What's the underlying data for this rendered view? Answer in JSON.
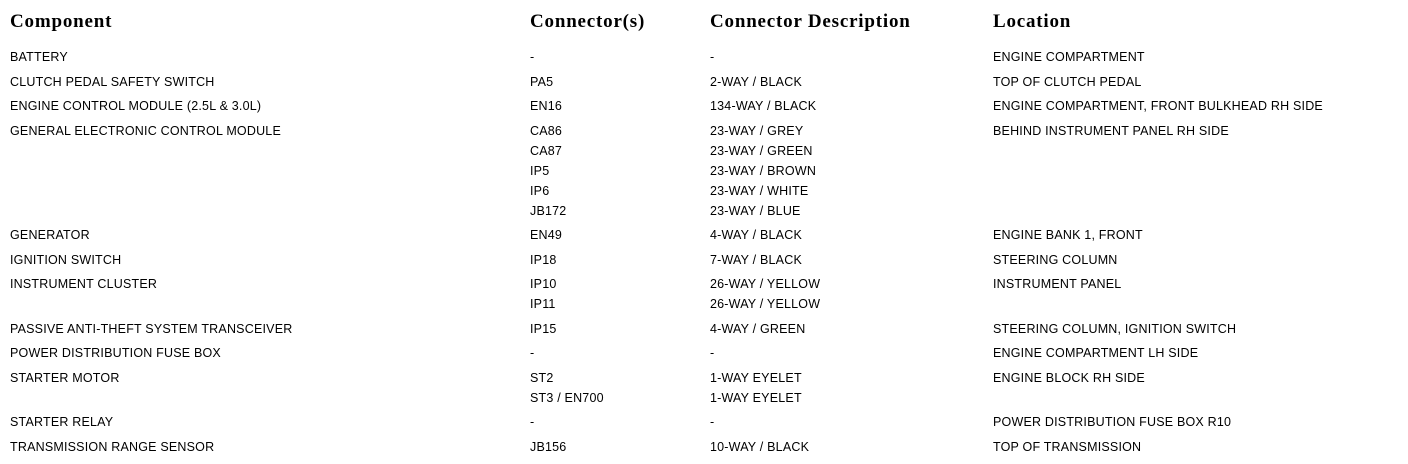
{
  "table": {
    "columns": [
      "Component",
      "Connector(s)",
      "Connector Description",
      "Location"
    ],
    "rows": [
      {
        "component": "BATTERY",
        "connectors": [
          {
            "name": "-",
            "description": "-"
          }
        ],
        "location": "ENGINE COMPARTMENT"
      },
      {
        "component": "CLUTCH PEDAL SAFETY SWITCH",
        "connectors": [
          {
            "name": "PA5",
            "description": "2-WAY / BLACK"
          }
        ],
        "location": "TOP OF CLUTCH PEDAL"
      },
      {
        "component": "ENGINE CONTROL MODULE (2.5L & 3.0L)",
        "connectors": [
          {
            "name": "EN16",
            "description": "134-WAY / BLACK"
          }
        ],
        "location": "ENGINE COMPARTMENT, FRONT BULKHEAD RH SIDE"
      },
      {
        "component": "GENERAL ELECTRONIC CONTROL MODULE",
        "connectors": [
          {
            "name": "CA86",
            "description": "23-WAY / GREY"
          },
          {
            "name": "CA87",
            "description": "23-WAY / GREEN"
          },
          {
            "name": "IP5",
            "description": "23-WAY / BROWN"
          },
          {
            "name": "IP6",
            "description": "23-WAY / WHITE"
          },
          {
            "name": "JB172",
            "description": "23-WAY / BLUE"
          }
        ],
        "location": "BEHIND INSTRUMENT PANEL RH SIDE"
      },
      {
        "component": "GENERATOR",
        "connectors": [
          {
            "name": "EN49",
            "description": "4-WAY / BLACK"
          }
        ],
        "location": "ENGINE BANK 1, FRONT"
      },
      {
        "component": "IGNITION SWITCH",
        "connectors": [
          {
            "name": "IP18",
            "description": "7-WAY / BLACK"
          }
        ],
        "location": "STEERING COLUMN"
      },
      {
        "component": "INSTRUMENT CLUSTER",
        "connectors": [
          {
            "name": "IP10",
            "description": "26-WAY / YELLOW"
          },
          {
            "name": "IP11",
            "description": "26-WAY / YELLOW"
          }
        ],
        "location": "INSTRUMENT PANEL"
      },
      {
        "component": "PASSIVE ANTI-THEFT SYSTEM TRANSCEIVER",
        "connectors": [
          {
            "name": "IP15",
            "description": "4-WAY / GREEN"
          }
        ],
        "location": "STEERING COLUMN, IGNITION SWITCH"
      },
      {
        "component": "POWER DISTRIBUTION FUSE BOX",
        "connectors": [
          {
            "name": "-",
            "description": "-"
          }
        ],
        "location": "ENGINE COMPARTMENT LH SIDE"
      },
      {
        "component": "STARTER MOTOR",
        "connectors": [
          {
            "name": "ST2",
            "description": "1-WAY EYELET"
          },
          {
            "name": "ST3 / EN700",
            "description": "1-WAY EYELET"
          }
        ],
        "location": "ENGINE BLOCK RH SIDE"
      },
      {
        "component": "STARTER RELAY",
        "connectors": [
          {
            "name": "-",
            "description": "-"
          }
        ],
        "location": "POWER DISTRIBUTION FUSE BOX R10"
      },
      {
        "component": "TRANSMISSION RANGE SENSOR",
        "connectors": [
          {
            "name": "JB156",
            "description": "10-WAY / BLACK"
          }
        ],
        "location": "TOP OF TRANSMISSION"
      }
    ]
  },
  "colors": {
    "text": "#000000",
    "background": "#ffffff"
  }
}
